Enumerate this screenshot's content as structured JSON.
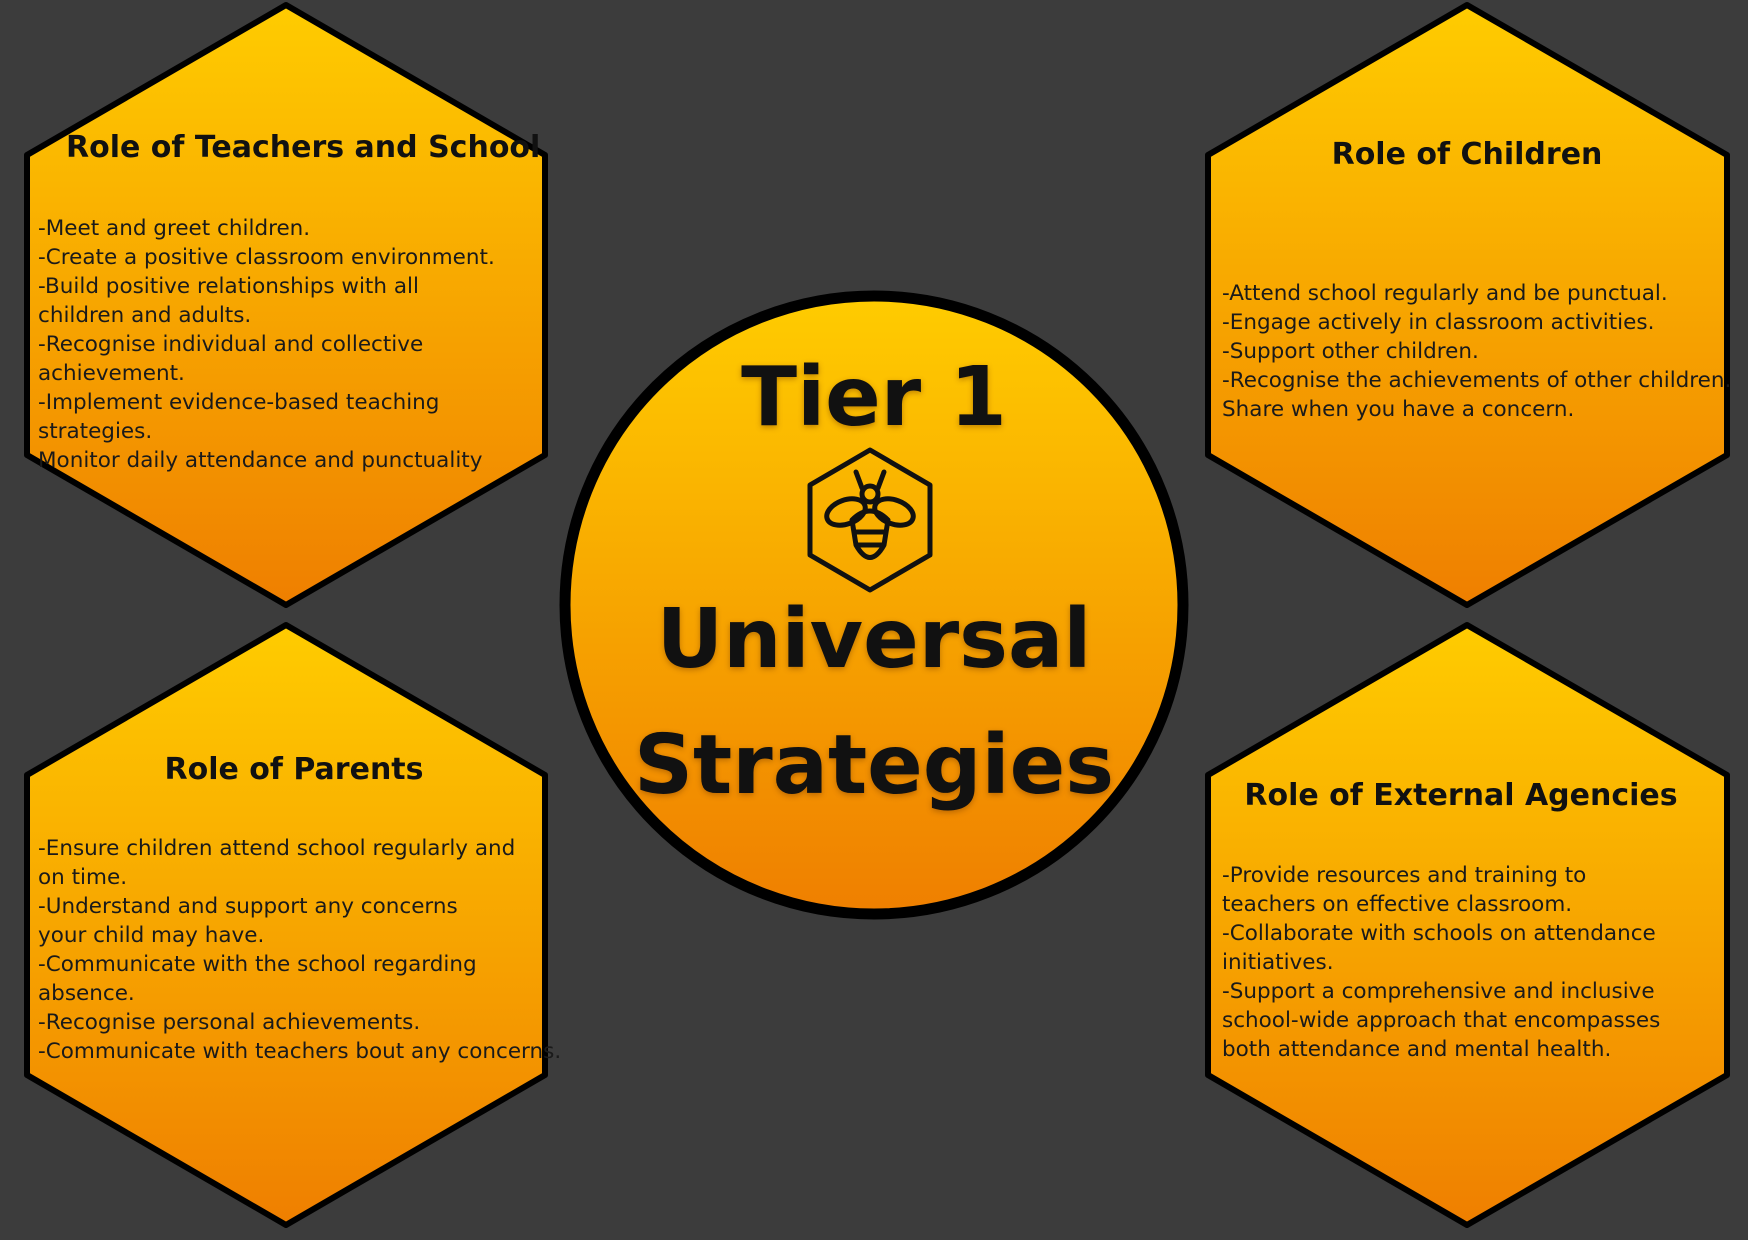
{
  "center": {
    "tier": "Tier 1",
    "line1": "Universal",
    "line2": "Strategies",
    "icon": "bee-hexagon-icon"
  },
  "hexagons": {
    "teachers": {
      "title": "Role of Teachers and School",
      "items": [
        "-Meet and greet children.",
        "-Create a positive classroom environment.",
        "-Build positive relationships with all children and adults.",
        "-Recognise individual and collective achievement.",
        "-Implement evidence-based teaching strategies.",
        "Monitor daily attendance and punctuality"
      ]
    },
    "children": {
      "title": "Role of Children",
      "items": [
        "-Attend school regularly and be punctual.",
        "-Engage actively in classroom activities.",
        "-Support other children.",
        "-Recognise the achievements of other children.",
        "Share when you have a concern."
      ]
    },
    "parents": {
      "title": "Role of Parents",
      "items": [
        "-Ensure children attend school regularly and on time.",
        "-Understand and support any concerns your child may have.",
        "-Communicate with the school regarding absence.",
        "-Recognise personal achievements.",
        "-Communicate with teachers bout any concerns."
      ]
    },
    "agencies": {
      "title": "Role of External Agencies",
      "items": [
        "-Provide resources and training to teachers on effective classroom.",
        "-Collaborate with schools on attendance initiatives.",
        "-Support a comprehensive and inclusive school-wide approach that encompasses both attendance and mental health."
      ]
    }
  },
  "colors": {
    "background": "#3c3c3c",
    "gradient_top": "#ffcc00",
    "gradient_bottom": "#ef7f00",
    "outline": "#000000"
  }
}
